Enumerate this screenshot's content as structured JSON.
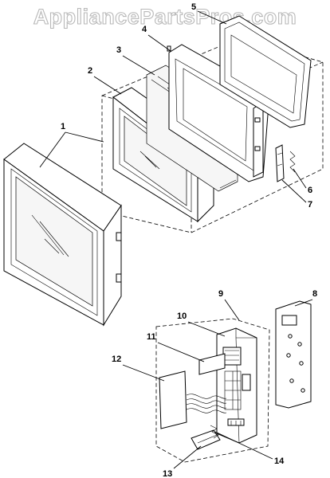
{
  "watermark": "AppliancePartsPros.com",
  "callouts": [
    "1",
    "2",
    "3",
    "4",
    "5",
    "6",
    "7",
    "8",
    "9",
    "10",
    "11",
    "12",
    "13",
    "14"
  ]
}
